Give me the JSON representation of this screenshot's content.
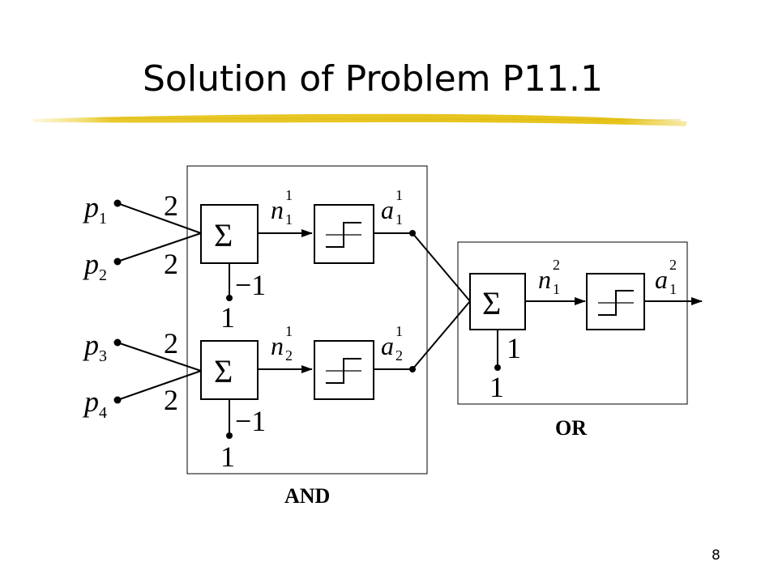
{
  "slide": {
    "title": "Solution of Problem P11.1",
    "page_number": "8",
    "accent_color": "#e8c61a"
  },
  "diagram": {
    "groups": {
      "and_label": "AND",
      "or_label": "OR"
    },
    "inputs": [
      {
        "symbol": "p",
        "subscript": "1",
        "weight": "2"
      },
      {
        "symbol": "p",
        "subscript": "2",
        "weight": "2"
      },
      {
        "symbol": "p",
        "subscript": "3",
        "weight": "2"
      },
      {
        "symbol": "p",
        "subscript": "4",
        "weight": "2"
      }
    ],
    "and_neurons": [
      {
        "sum_symbol": "Σ",
        "bias_weight": "−1",
        "bias_input": "1",
        "net_symbol": "n",
        "net_superscript": "1",
        "net_subscript": "1",
        "out_symbol": "a",
        "out_superscript": "1",
        "out_subscript": "1"
      },
      {
        "sum_symbol": "Σ",
        "bias_weight": "−1",
        "bias_input": "1",
        "net_symbol": "n",
        "net_superscript": "1",
        "net_subscript": "2",
        "out_symbol": "a",
        "out_superscript": "1",
        "out_subscript": "2"
      }
    ],
    "or_neuron": {
      "sum_symbol": "Σ",
      "bias_weight": "1",
      "bias_input": "1",
      "net_symbol": "n",
      "net_superscript": "2",
      "net_subscript": "1",
      "out_symbol": "a",
      "out_superscript": "2",
      "out_subscript": "1"
    }
  }
}
